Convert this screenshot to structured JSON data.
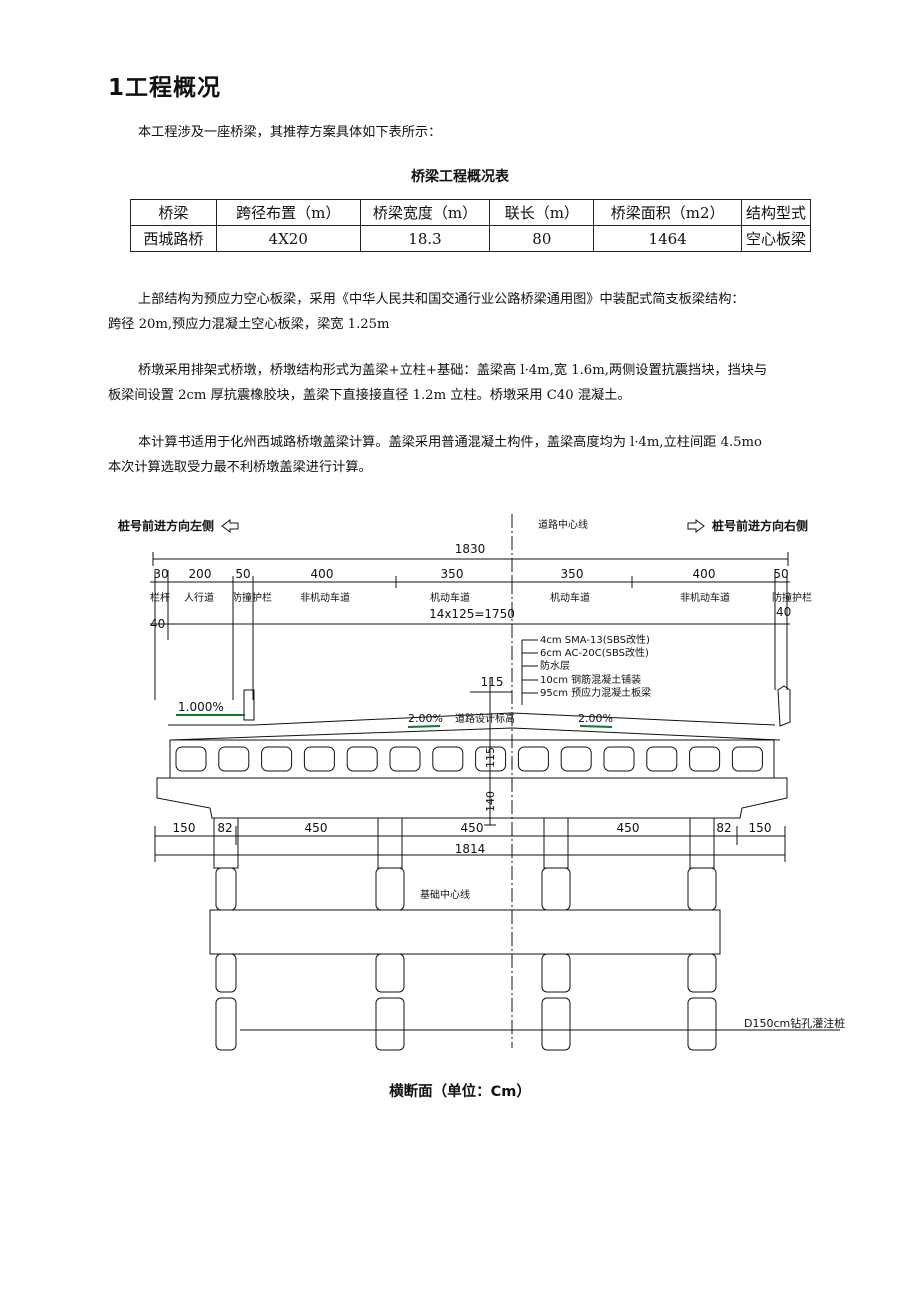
{
  "section": {
    "title": "1工程概况"
  },
  "intro": "本工程涉及一座桥梁，其推荐方案具体如下表所示：",
  "table": {
    "caption": "桥梁工程概况表",
    "headers": [
      "桥梁",
      "跨径布置（m）",
      "桥梁宽度（m）",
      "联长（m）",
      "桥梁面积（m2）",
      "结构型式"
    ],
    "rows": [
      [
        "西城路桥",
        "4X20",
        "18.3",
        "80",
        "1464",
        "空心板梁"
      ]
    ]
  },
  "paragraphs": {
    "p1": {
      "l1": "上部结构为预应力空心板梁，采用《中华人民共和国交通行业公路桥梁通用图》中装配式简支板梁结构：",
      "l2": "跨径 20m,预应力混凝土空心板梁，梁宽 1.25m"
    },
    "p2": {
      "l1": "桥墩采用排架式桥墩，桥墩结构形式为盖梁+立柱+基础：盖梁高 l·4m,宽 1.6m,两侧设置抗震挡块，挡块与",
      "l2": "板梁间设置 2cm 厚抗震橡胶块，盖梁下直接接直径 1.2m 立柱。桥墩采用 C40 混凝土。"
    },
    "p3": {
      "l1": "本计算书适用于化州西城路桥墩盖梁计算。盖梁采用普通混凝土构件，盖梁高度均为 l·4m,立柱间距 4.5mo",
      "l2": "本次计算选取受力最不利桥墩盖梁进行计算。"
    }
  },
  "drawing": {
    "left_title": "桩号前进方向左侧",
    "right_title": "桩号前进方向右侧",
    "center_line": "道路中心线",
    "total_width": "1830",
    "top_dims": [
      "30",
      "200",
      "50",
      "400",
      "350",
      "350",
      "400",
      "50"
    ],
    "zones": [
      "栏杆",
      "人行道",
      "防撞护栏",
      "非机动车道",
      "机动车道",
      "机动车道",
      "非机动车道",
      "防撞护栏"
    ],
    "beam_note": "14x125=1750",
    "dim_40": "40",
    "layers": [
      "4cm SMA-13(SBS改性)",
      "6cm AC-20C(SBS改性)",
      "防水层",
      "10cm 钢筋混凝土铺装",
      "95cm 预应力混凝土板梁"
    ],
    "dim_115": "115",
    "design_elev": "道路设计标高",
    "slope_sidewalk": "1.000%",
    "slope_left": "2.00%",
    "slope_right": "2.00%",
    "dim_115v": "115",
    "dim_140": "140",
    "bottom_dims": [
      "150",
      "82",
      "450",
      "450",
      "450",
      "82",
      "150"
    ],
    "bottom_total": "1814",
    "foundation_line": "基础中心线",
    "pile_note": "D150cm钻孔灌注桩",
    "caption": "横断面（单位：Cm）"
  }
}
